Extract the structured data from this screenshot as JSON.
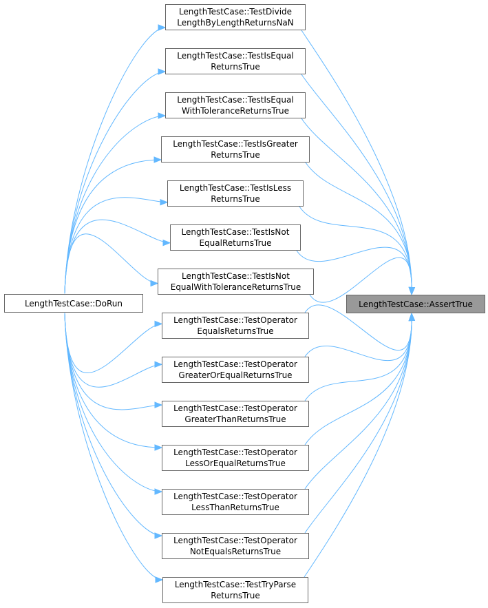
{
  "colors": {
    "edge": "#63b8ff",
    "node_border": "#666666",
    "highlight_fill": "#999999"
  },
  "nodes": {
    "dorun": {
      "lines": [
        "LengthTestCase::DoRun"
      ]
    },
    "assert": {
      "lines": [
        "LengthTestCase::AssertTrue"
      ]
    },
    "t1": {
      "lines": [
        "LengthTestCase::TestDivide",
        "LengthByLengthReturnsNaN"
      ]
    },
    "t2": {
      "lines": [
        "LengthTestCase::TestIsEqual",
        "ReturnsTrue"
      ]
    },
    "t3": {
      "lines": [
        "LengthTestCase::TestIsEqual",
        "WithToleranceReturnsTrue"
      ]
    },
    "t4": {
      "lines": [
        "LengthTestCase::TestIsGreater",
        "ReturnsTrue"
      ]
    },
    "t5": {
      "lines": [
        "LengthTestCase::TestIsLess",
        "ReturnsTrue"
      ]
    },
    "t6": {
      "lines": [
        "LengthTestCase::TestIsNot",
        "EqualReturnsTrue"
      ]
    },
    "t7": {
      "lines": [
        "LengthTestCase::TestIsNot",
        "EqualWithToleranceReturnsTrue"
      ]
    },
    "t8": {
      "lines": [
        "LengthTestCase::TestOperator",
        "EqualsReturnsTrue"
      ]
    },
    "t9": {
      "lines": [
        "LengthTestCase::TestOperator",
        "GreaterOrEqualReturnsTrue"
      ]
    },
    "t10": {
      "lines": [
        "LengthTestCase::TestOperator",
        "GreaterThanReturnsTrue"
      ]
    },
    "t11": {
      "lines": [
        "LengthTestCase::TestOperator",
        "LessOrEqualReturnsTrue"
      ]
    },
    "t12": {
      "lines": [
        "LengthTestCase::TestOperator",
        "LessThanReturnsTrue"
      ]
    },
    "t13": {
      "lines": [
        "LengthTestCase::TestOperator",
        "NotEqualsReturnsTrue"
      ]
    },
    "t14": {
      "lines": [
        "LengthTestCase::TestTryParse",
        "ReturnsTrue"
      ]
    }
  }
}
